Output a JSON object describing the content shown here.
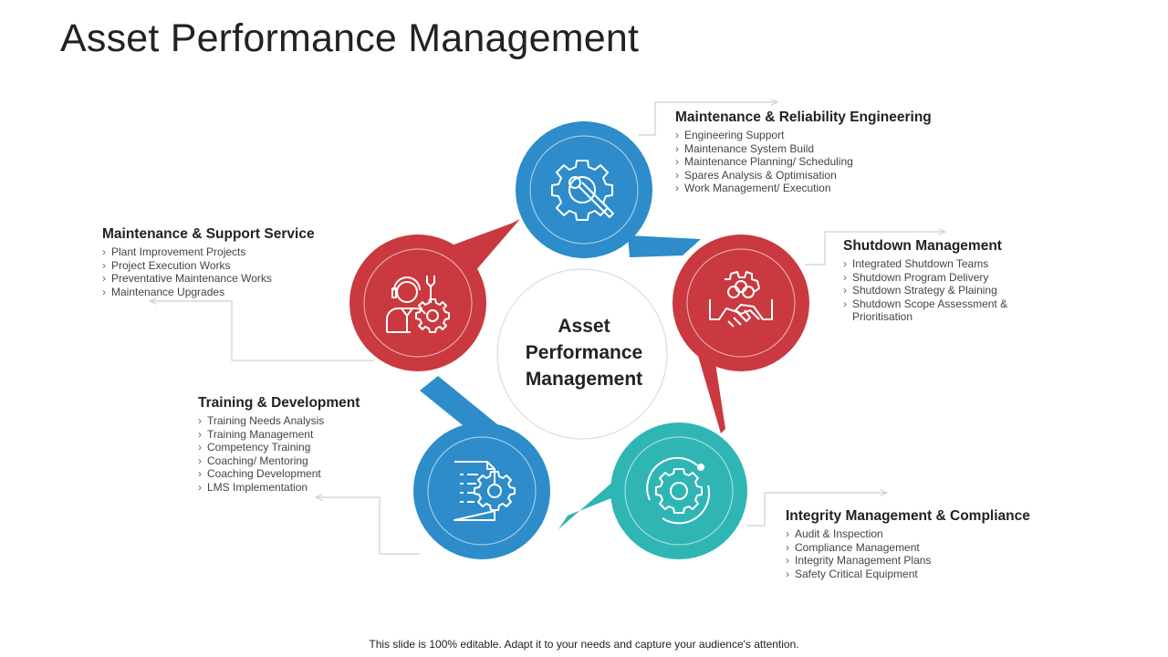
{
  "title": "Asset Performance Management",
  "center_label": [
    "Asset",
    "Performance",
    "Management"
  ],
  "colors": {
    "blue": "#2d8cc9",
    "red": "#c9393f",
    "teal": "#2fb5b4",
    "connector": "#cfcfcf"
  },
  "nodes": [
    {
      "id": "maintenance-reliability",
      "color": "blue",
      "icon": "gear-wrench-icon",
      "heading": "Maintenance & Reliability Engineering",
      "items": [
        "Engineering Support",
        "Maintenance System Build",
        "Maintenance Planning/ Scheduling",
        "Spares Analysis & Optimisation",
        "Work Management/ Execution"
      ]
    },
    {
      "id": "shutdown",
      "color": "red",
      "icon": "team-handshake-icon",
      "heading": "Shutdown Management",
      "items": [
        "Integrated Shutdown Teams",
        "Shutdown Program Delivery",
        "Shutdown Strategy & Plaining",
        "Shutdown Scope Assessment &",
        "Prioritisation"
      ]
    },
    {
      "id": "integrity",
      "color": "teal",
      "icon": "gear-orbit-icon",
      "heading": "Integrity Management & Compliance",
      "items": [
        "Audit & Inspection",
        "Compliance Management",
        "Integrity Management Plans",
        "Safety Critical Equipment"
      ]
    },
    {
      "id": "training",
      "color": "blue",
      "icon": "document-gear-icon",
      "heading": "Training & Development",
      "items": [
        "Training Needs Analysis",
        "Training Management",
        "Competency Training",
        "Coaching/ Mentoring",
        "Coaching Development",
        "LMS Implementation"
      ]
    },
    {
      "id": "support",
      "color": "red",
      "icon": "technician-gear-icon",
      "heading": "Maintenance & Support Service",
      "items": [
        "Plant Improvement Projects",
        "Project Execution Works",
        "Preventative Maintenance Works",
        "Maintenance Upgrades"
      ]
    }
  ],
  "footer": "This slide is 100% editable. Adapt it to your needs and capture your audience's attention."
}
